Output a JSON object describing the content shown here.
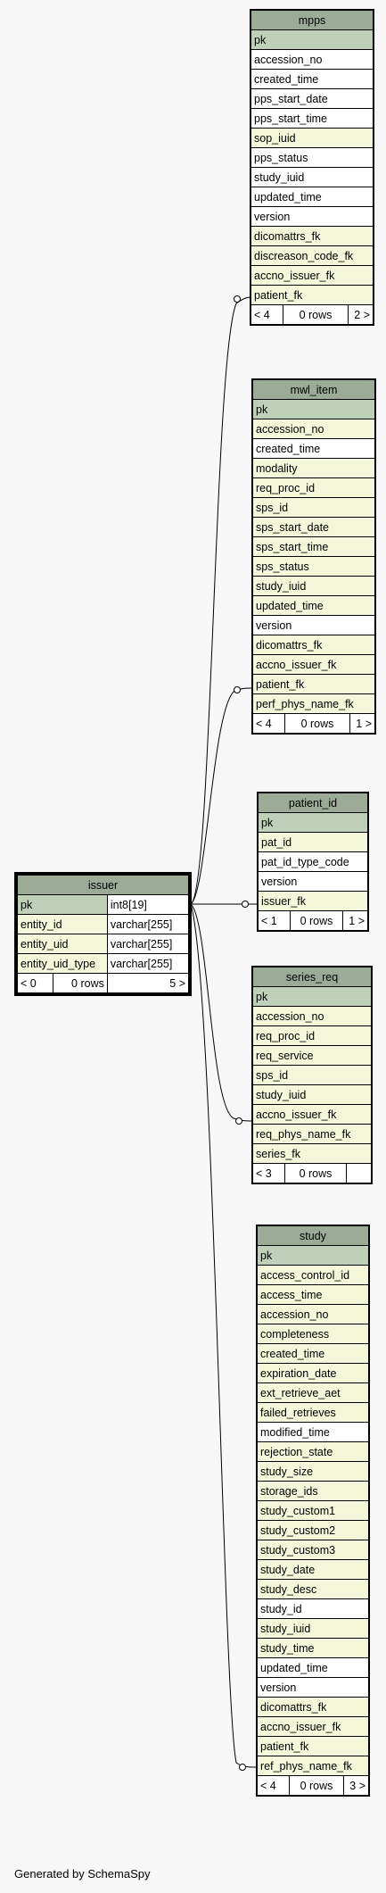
{
  "footer": "Generated by SchemaSpy",
  "issuer": {
    "title": "issuer",
    "rows": [
      {
        "name": "pk",
        "type": "int8[19]",
        "kind": "pk"
      },
      {
        "name": "entity_id",
        "type": "varchar[255]",
        "kind": "fk"
      },
      {
        "name": "entity_uid",
        "type": "varchar[255]",
        "kind": "fk"
      },
      {
        "name": "entity_uid_type",
        "type": "varchar[255]",
        "kind": "fk"
      }
    ],
    "info": [
      "< 0",
      "0 rows",
      "5 >"
    ]
  },
  "tables": [
    {
      "title": "mpps",
      "rows": [
        {
          "name": "pk",
          "kind": "pk"
        },
        {
          "name": "accession_no",
          "kind": "plain"
        },
        {
          "name": "created_time",
          "kind": "plain"
        },
        {
          "name": "pps_start_date",
          "kind": "plain"
        },
        {
          "name": "pps_start_time",
          "kind": "plain"
        },
        {
          "name": "sop_iuid",
          "kind": "fk"
        },
        {
          "name": "pps_status",
          "kind": "plain"
        },
        {
          "name": "study_iuid",
          "kind": "plain"
        },
        {
          "name": "updated_time",
          "kind": "plain"
        },
        {
          "name": "version",
          "kind": "plain"
        },
        {
          "name": "dicomattrs_fk",
          "kind": "fk"
        },
        {
          "name": "discreason_code_fk",
          "kind": "fk"
        },
        {
          "name": "accno_issuer_fk",
          "kind": "fk"
        },
        {
          "name": "patient_fk",
          "kind": "fk"
        }
      ],
      "info": [
        "< 4",
        "0 rows",
        "2 >"
      ]
    },
    {
      "title": "mwl_item",
      "rows": [
        {
          "name": "pk",
          "kind": "pk"
        },
        {
          "name": "accession_no",
          "kind": "fk"
        },
        {
          "name": "created_time",
          "kind": "plain"
        },
        {
          "name": "modality",
          "kind": "fk"
        },
        {
          "name": "req_proc_id",
          "kind": "fk"
        },
        {
          "name": "sps_id",
          "kind": "fk"
        },
        {
          "name": "sps_start_date",
          "kind": "fk"
        },
        {
          "name": "sps_start_time",
          "kind": "fk"
        },
        {
          "name": "sps_status",
          "kind": "fk"
        },
        {
          "name": "study_iuid",
          "kind": "fk"
        },
        {
          "name": "updated_time",
          "kind": "fk"
        },
        {
          "name": "version",
          "kind": "plain"
        },
        {
          "name": "dicomattrs_fk",
          "kind": "fk"
        },
        {
          "name": "accno_issuer_fk",
          "kind": "fk"
        },
        {
          "name": "patient_fk",
          "kind": "fk"
        },
        {
          "name": "perf_phys_name_fk",
          "kind": "fk"
        }
      ],
      "info": [
        "< 4",
        "0 rows",
        "1 >"
      ]
    },
    {
      "title": "patient_id",
      "rows": [
        {
          "name": "pk",
          "kind": "pk"
        },
        {
          "name": "pat_id",
          "kind": "fk"
        },
        {
          "name": "pat_id_type_code",
          "kind": "plain"
        },
        {
          "name": "version",
          "kind": "plain"
        },
        {
          "name": "issuer_fk",
          "kind": "fk"
        }
      ],
      "info": [
        "< 1",
        "0 rows",
        "1 >"
      ]
    },
    {
      "title": "series_req",
      "rows": [
        {
          "name": "pk",
          "kind": "pk"
        },
        {
          "name": "accession_no",
          "kind": "fk"
        },
        {
          "name": "req_proc_id",
          "kind": "fk"
        },
        {
          "name": "req_service",
          "kind": "fk"
        },
        {
          "name": "sps_id",
          "kind": "fk"
        },
        {
          "name": "study_iuid",
          "kind": "fk"
        },
        {
          "name": "accno_issuer_fk",
          "kind": "fk"
        },
        {
          "name": "req_phys_name_fk",
          "kind": "fk"
        },
        {
          "name": "series_fk",
          "kind": "fk"
        }
      ],
      "info": [
        "< 3",
        "0 rows",
        ""
      ]
    },
    {
      "title": "study",
      "rows": [
        {
          "name": "pk",
          "kind": "pk"
        },
        {
          "name": "access_control_id",
          "kind": "fk"
        },
        {
          "name": "access_time",
          "kind": "fk"
        },
        {
          "name": "accession_no",
          "kind": "fk"
        },
        {
          "name": "completeness",
          "kind": "fk"
        },
        {
          "name": "created_time",
          "kind": "fk"
        },
        {
          "name": "expiration_date",
          "kind": "fk"
        },
        {
          "name": "ext_retrieve_aet",
          "kind": "fk"
        },
        {
          "name": "failed_retrieves",
          "kind": "fk"
        },
        {
          "name": "modified_time",
          "kind": "plain"
        },
        {
          "name": "rejection_state",
          "kind": "fk"
        },
        {
          "name": "study_size",
          "kind": "fk"
        },
        {
          "name": "storage_ids",
          "kind": "fk"
        },
        {
          "name": "study_custom1",
          "kind": "fk"
        },
        {
          "name": "study_custom2",
          "kind": "fk"
        },
        {
          "name": "study_custom3",
          "kind": "fk"
        },
        {
          "name": "study_date",
          "kind": "fk"
        },
        {
          "name": "study_desc",
          "kind": "fk"
        },
        {
          "name": "study_id",
          "kind": "plain"
        },
        {
          "name": "study_iuid",
          "kind": "fk"
        },
        {
          "name": "study_time",
          "kind": "fk"
        },
        {
          "name": "updated_time",
          "kind": "plain"
        },
        {
          "name": "version",
          "kind": "plain"
        },
        {
          "name": "dicomattrs_fk",
          "kind": "fk"
        },
        {
          "name": "accno_issuer_fk",
          "kind": "fk"
        },
        {
          "name": "patient_fk",
          "kind": "fk"
        },
        {
          "name": "ref_phys_name_fk",
          "kind": "fk"
        }
      ],
      "info": [
        "< 4",
        "0 rows",
        "3 >"
      ]
    }
  ]
}
